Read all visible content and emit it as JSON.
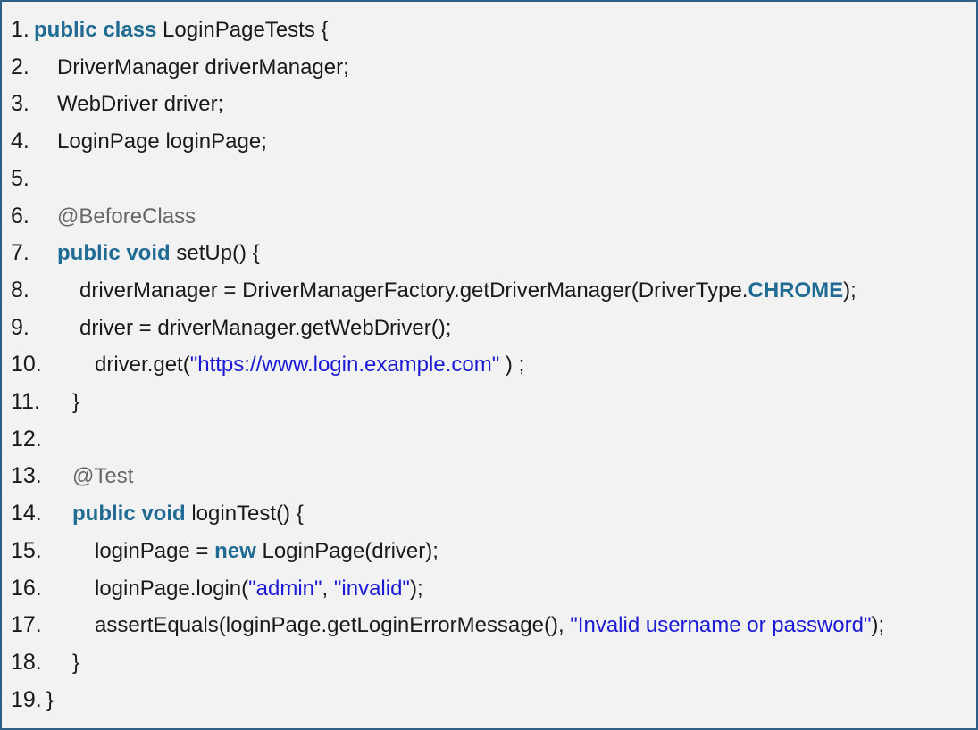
{
  "colors": {
    "keyword": "#1f6b93",
    "string": "#1a1ad6",
    "annotation": "#666666",
    "text": "#1a1a1a",
    "background": "#f2f2f2",
    "border": "#2f5f86"
  },
  "lines": [
    {
      "num": "1.",
      "indent": 0,
      "tokens": [
        {
          "t": "public class",
          "c": "kw"
        },
        {
          "t": " LoginPageTests {",
          "c": "txt"
        }
      ]
    },
    {
      "num": "2.",
      "indent": 1,
      "tokens": [
        {
          "t": "DriverManager driverManager;",
          "c": "txt"
        }
      ]
    },
    {
      "num": "3.",
      "indent": 1,
      "tokens": [
        {
          "t": "WebDriver driver;",
          "c": "txt"
        }
      ]
    },
    {
      "num": "4.",
      "indent": 1,
      "tokens": [
        {
          "t": "LoginPage loginPage;",
          "c": "txt"
        }
      ]
    },
    {
      "num": "5.",
      "indent": 1,
      "tokens": []
    },
    {
      "num": "6.",
      "indent": 1,
      "tokens": [
        {
          "t": "@BeforeClass",
          "c": "ann"
        }
      ]
    },
    {
      "num": "7.",
      "indent": 1,
      "tokens": [
        {
          "t": "public void",
          "c": "kw"
        },
        {
          "t": " setUp() {",
          "c": "txt"
        }
      ]
    },
    {
      "num": "8.",
      "indent": 2,
      "tokens": [
        {
          "t": "driverManager = DriverManagerFactory.getDriverManager(DriverType.",
          "c": "txt"
        },
        {
          "t": "CHROME",
          "c": "kw"
        },
        {
          "t": ");",
          "c": "txt"
        }
      ]
    },
    {
      "num": "9.",
      "indent": 2,
      "tokens": [
        {
          "t": "driver = driverManager.getWebDriver();",
          "c": "txt"
        }
      ]
    },
    {
      "num": "10.",
      "indent": 3,
      "tokens": [
        {
          "t": "driver.get(",
          "c": "txt"
        },
        {
          "t": "\"https://www.login.example.com\"",
          "c": "str"
        },
        {
          "t": " ) ;",
          "c": "txt"
        }
      ]
    },
    {
      "num": "11.",
      "indent": 4,
      "tokens": [
        {
          "t": "}",
          "c": "txt"
        }
      ]
    },
    {
      "num": "12.",
      "indent": 4,
      "tokens": []
    },
    {
      "num": "13.",
      "indent": 4,
      "tokens": [
        {
          "t": "@Test",
          "c": "ann"
        }
      ]
    },
    {
      "num": "14.",
      "indent": 4,
      "tokens": [
        {
          "t": "public void",
          "c": "kw"
        },
        {
          "t": " loginTest() {",
          "c": "txt"
        }
      ]
    },
    {
      "num": "15.",
      "indent": 3,
      "tokens": [
        {
          "t": "loginPage = ",
          "c": "txt"
        },
        {
          "t": "new",
          "c": "kw"
        },
        {
          "t": " LoginPage(driver);",
          "c": "txt"
        }
      ]
    },
    {
      "num": "16.",
      "indent": 3,
      "tokens": [
        {
          "t": "loginPage.login(",
          "c": "txt"
        },
        {
          "t": "\"admin\"",
          "c": "str"
        },
        {
          "t": ", ",
          "c": "txt"
        },
        {
          "t": "\"invalid\"",
          "c": "str"
        },
        {
          "t": ");",
          "c": "txt"
        }
      ]
    },
    {
      "num": "17.",
      "indent": 3,
      "tokens": [
        {
          "t": "assertEquals(loginPage.getLoginErrorMessage(), ",
          "c": "txt"
        },
        {
          "t": "\"Invalid username or password\"",
          "c": "str"
        },
        {
          "t": ");",
          "c": "txt"
        }
      ]
    },
    {
      "num": "18.",
      "indent": 4,
      "tokens": [
        {
          "t": "}",
          "c": "txt"
        }
      ]
    },
    {
      "num": "19.",
      "indent": 0,
      "tokens": [
        {
          "t": "}",
          "c": "txt"
        }
      ]
    }
  ]
}
